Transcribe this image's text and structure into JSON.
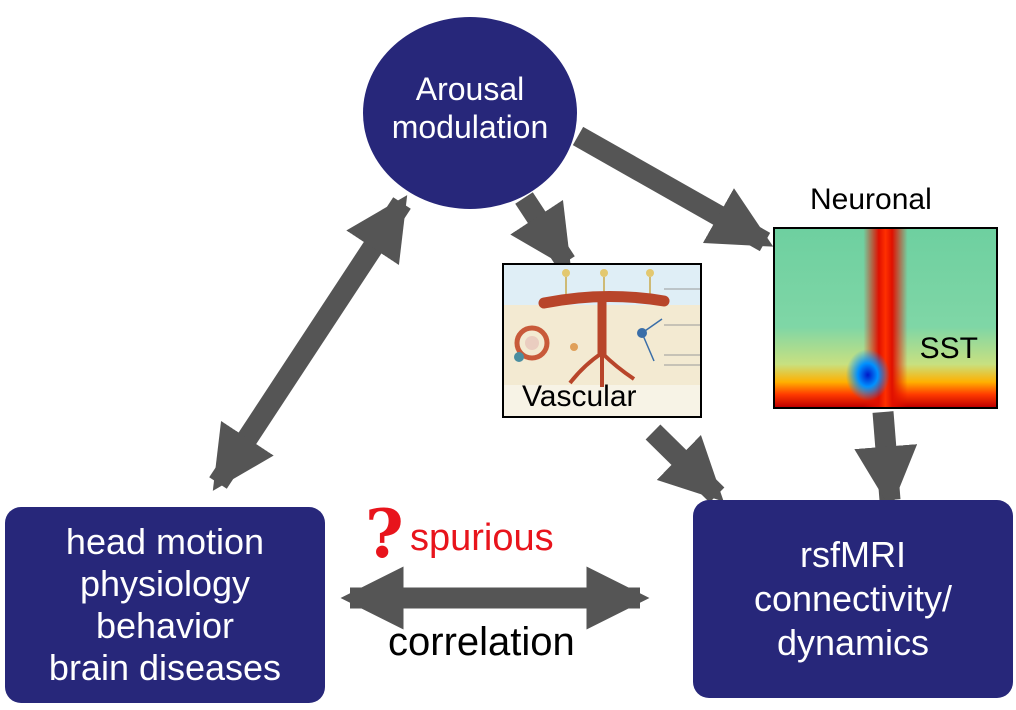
{
  "nodes": {
    "arousal": {
      "lines": [
        "Arousal",
        "modulation"
      ]
    },
    "left_box": {
      "lines": [
        "head motion",
        "physiology",
        "behavior",
        "brain diseases"
      ]
    },
    "right_box": {
      "lines": [
        "rsfMRI",
        "connectivity/",
        "dynamics"
      ]
    }
  },
  "panels": {
    "vascular": {
      "label": "Vascular"
    },
    "neuronal": {
      "title": "Neuronal",
      "label": "SST"
    }
  },
  "link": {
    "question_mark": "?",
    "top_label": "spurious",
    "bottom_label": "correlation"
  },
  "colors": {
    "node_fill": "#27277a",
    "arrow": "#555555",
    "spurious": "#e8141c"
  }
}
